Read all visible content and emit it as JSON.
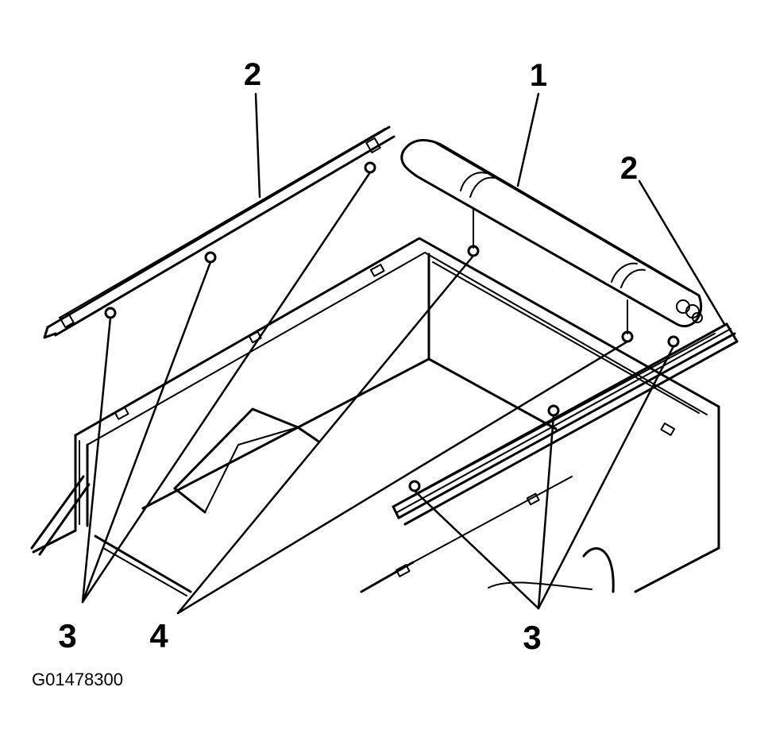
{
  "diagram": {
    "callouts": {
      "label_1": "1",
      "label_2_left": "2",
      "label_2_right": "2",
      "label_3_left": "3",
      "label_4": "4",
      "label_3_right": "3"
    },
    "figure_id": "G01478300",
    "parts": [
      {
        "callout": "1",
        "icon": "rolled-tonneau-cover"
      },
      {
        "callout": "2",
        "icon": "side-rail"
      },
      {
        "callout": "3",
        "icon": "rail-fastener"
      },
      {
        "callout": "4",
        "icon": "cover-fastener"
      }
    ]
  }
}
